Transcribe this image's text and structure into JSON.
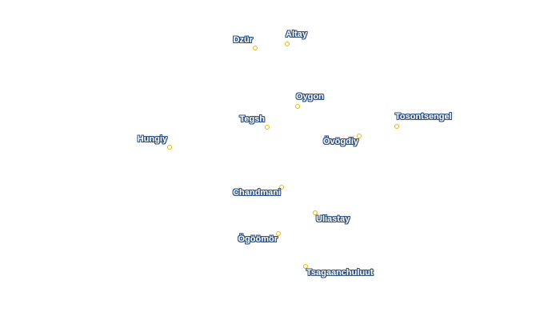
{
  "map": {
    "places": [
      {
        "key": "dzur",
        "name": "Dzür"
      },
      {
        "key": "altay",
        "name": "Altay"
      },
      {
        "key": "oygon",
        "name": "Oygon"
      },
      {
        "key": "tegsh",
        "name": "Tegsh"
      },
      {
        "key": "tosontsengel",
        "name": "Tosontsengel"
      },
      {
        "key": "hungiy",
        "name": "Hungiy"
      },
      {
        "key": "ovogdiy",
        "name": "Övögdiy"
      },
      {
        "key": "chandmani",
        "name": "Chandmani"
      },
      {
        "key": "uliastay",
        "name": "Uliastay"
      },
      {
        "key": "ogoomor",
        "name": "Ögöömör"
      },
      {
        "key": "tsagaanchuluut",
        "name": "Tsagaanchuluut"
      }
    ],
    "colors": {
      "marker_stroke": "#f0b400",
      "label_fill": "#ffffff",
      "label_halo": "#2d4f82"
    }
  }
}
